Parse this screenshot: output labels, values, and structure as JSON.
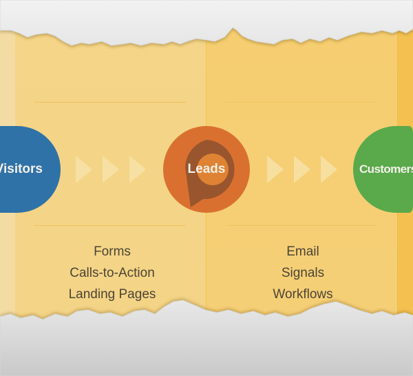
{
  "stages": [
    {
      "label": "Visitors",
      "color": "#2f72a7"
    },
    {
      "label": "Leads",
      "color": "#da7030"
    },
    {
      "label": "Customers",
      "color": "#5aa94b"
    }
  ],
  "lists": {
    "convert": [
      "Forms",
      "Calls-to-Action",
      "Landing Pages"
    ],
    "close": [
      "Email",
      "Signals",
      "Workflows"
    ]
  }
}
